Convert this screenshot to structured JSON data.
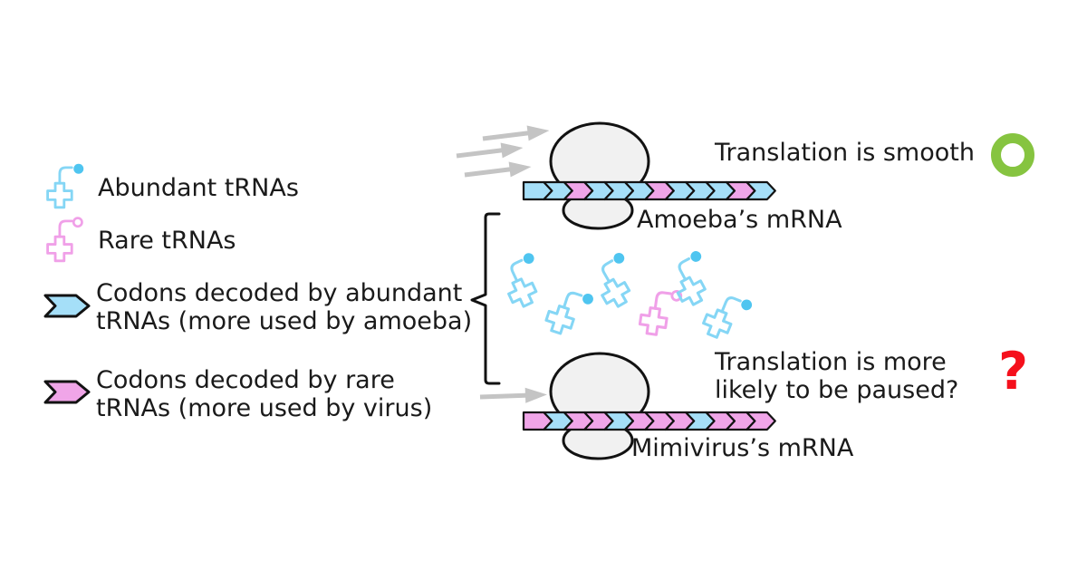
{
  "figure": {
    "legend": {
      "abundant_trna_label": "Abundant tRNAs",
      "rare_trna_label": "Rare tRNAs",
      "abundant_codon_label": "Codons decoded by abundant\ntRNAs (more used by amoeba)",
      "rare_codon_label": "Codons decoded by rare\ntRNAs (more used by virus)"
    },
    "amoeba_scene": {
      "caption": "Translation is smooth",
      "mrna_label": "Amoeba’s mRNA",
      "status_icon": "green-ring",
      "codons": [
        "abundant",
        "abundant",
        "rare",
        "abundant",
        "abundant",
        "abundant",
        "rare",
        "abundant",
        "abundant",
        "abundant",
        "rare",
        "abundant"
      ]
    },
    "mimivirus_scene": {
      "caption": "Translation is more\nlikely to be paused?",
      "mrna_label": "Mimivirus’s mRNA",
      "status_icon": "red-question-mark",
      "status_glyph": "?",
      "codons": [
        "rare",
        "abundant",
        "rare",
        "rare",
        "abundant",
        "rare",
        "rare",
        "rare",
        "abundant",
        "rare",
        "rare",
        "rare"
      ]
    },
    "trna_pool": [
      "abundant",
      "abundant",
      "abundant",
      "rare",
      "abundant",
      "abundant"
    ],
    "colors": {
      "abundant_codon": "#A5DFF8",
      "rare_codon": "#F0A5E8",
      "abundant_trna": "#85D6F5",
      "abundant_trna_dot": "#4FC5F0",
      "rare_trna": "#F0A0E8",
      "outline": "#121212",
      "ribosome_fill": "#F1F1F1",
      "speed_arrow_gray": "#C4C4C4",
      "smooth_green": "#86C440",
      "paused_red": "#F5101C"
    }
  }
}
